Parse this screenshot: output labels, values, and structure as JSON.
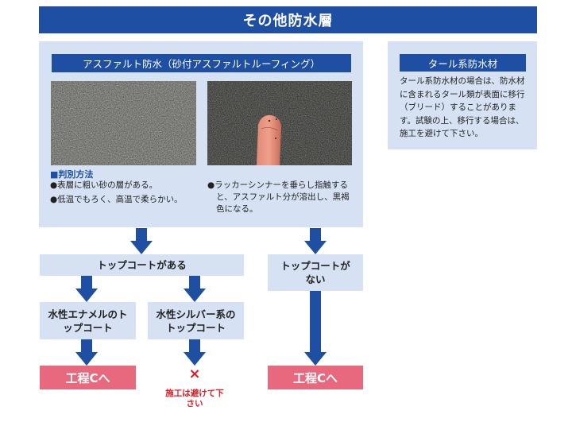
{
  "title": "その他防水層",
  "colors": {
    "primary_blue": "#1f4fa3",
    "panel_bg": "#d6e2f3",
    "pink": "#e8687d",
    "warning_red": "#e01a22"
  },
  "asphalt_panel": {
    "heading": "アスファルト防水（砂付アスファルトルーフィング）",
    "photos": [
      {
        "name": "sand-surface-photo"
      },
      {
        "name": "finger-touch-photo"
      }
    ],
    "method_heading": "■判別方法",
    "left_bullets": [
      "●表層に粗い砂の層がある。",
      "●低温でもろく、高温で柔らかい。"
    ],
    "right_bullets": [
      "●ラッカーシンナーを垂らし指触すると、アスファルト分が溶出し、黒褐色になる。"
    ]
  },
  "tar_panel": {
    "heading": "タール系防水材",
    "body": "タール系防水材の場合は、防水材に含まれるタール類が表面に移行（ブリード）することがあります。試験の上、移行する場合は、施工を避けて下さい。"
  },
  "flow": {
    "has_topcoat": "トップコートがある",
    "no_topcoat": "トップコートがない",
    "enamel_topcoat": "水性エナメルのトップコート",
    "silver_topcoat": "水性シルバー系のトップコート",
    "to_process_c_left": "工程Cへ",
    "to_process_c_right": "工程Cへ",
    "cross_mark": "×",
    "avoid_text": "施工は避けて下さい"
  }
}
